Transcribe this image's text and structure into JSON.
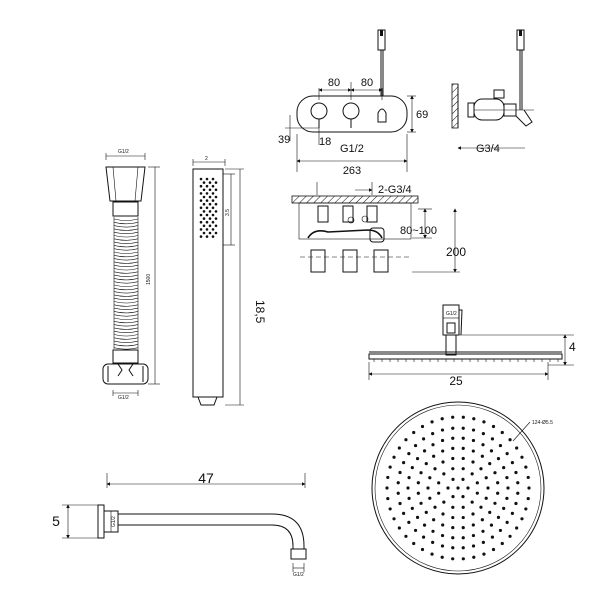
{
  "panel": {
    "dim_80_left": "80",
    "dim_80_right": "80",
    "dim_69": "69",
    "dim_39": "39",
    "dim_18": "18",
    "thread_g12": "G1/2",
    "dim_263": "263"
  },
  "side": {
    "thread_g34": "G3/4"
  },
  "valve": {
    "thread_2g34": "2-G3/4",
    "dim_80_100": "80~100",
    "dim_200": "200"
  },
  "hose": {
    "thread_top": "G1/2",
    "thread_bottom": "G1/2",
    "length": "1500"
  },
  "handshower": {
    "width": "2",
    "spray_len": "3.5",
    "length": "18,5"
  },
  "overhead": {
    "thread": "G1/2",
    "height": "4",
    "diameter": "25",
    "nozzle_note": "124-Ø5.5"
  },
  "arm": {
    "length": "47",
    "height": "5",
    "thread_wall": "G1/2",
    "thread_end": "G1/2"
  }
}
